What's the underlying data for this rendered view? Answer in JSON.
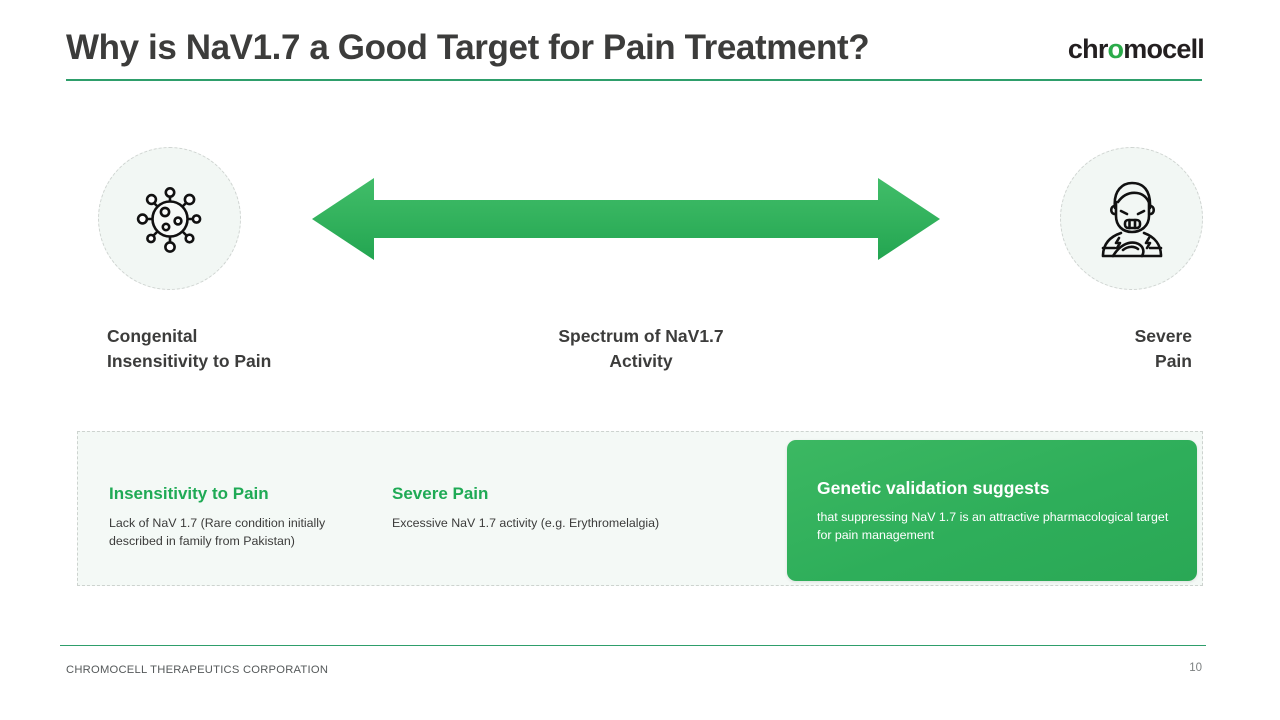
{
  "header": {
    "title": "Why is NaV1.7 a Good Target for Pain Treatment?",
    "logo": {
      "before": "chr",
      "accent_letter": "o",
      "after": "mocell"
    },
    "rule_color": "#2e9e6b"
  },
  "spectrum": {
    "left_icon": "virus-cell-icon",
    "right_icon": "person-in-pain-icon",
    "arrow_icon": "double-headed-arrow-icon",
    "arrow_color": "#2fb35c",
    "captions": {
      "left": "Congenital\nInsensitivity to Pain",
      "left_line1": "Congenital",
      "left_line2": "Insensitivity to Pain",
      "center_line1": "Spectrum of NaV1.7",
      "center_line2": "Activity",
      "right_line1": "Severe",
      "right_line2": "Pain"
    }
  },
  "info_panel": {
    "columns": [
      {
        "heading": "Insensitivity to Pain",
        "body": "Lack of NaV 1.7 (Rare condition initially described in family from Pakistan)"
      },
      {
        "heading": "Severe Pain",
        "body": "Excessive NaV 1.7 activity (e.g. Erythromelalgia)"
      }
    ],
    "highlight_card": {
      "heading": "Genetic validation suggests",
      "body": "that suppressing NaV 1.7 is an attractive pharmacological target for pain management",
      "background_color": "#2eae5a",
      "text_color": "#ffffff"
    },
    "heading_color": "#1faa55",
    "background_color": "#f4f9f6"
  },
  "footer": {
    "company": "CHROMOCELL THERAPEUTICS CORPORATION",
    "page_number": "10"
  }
}
